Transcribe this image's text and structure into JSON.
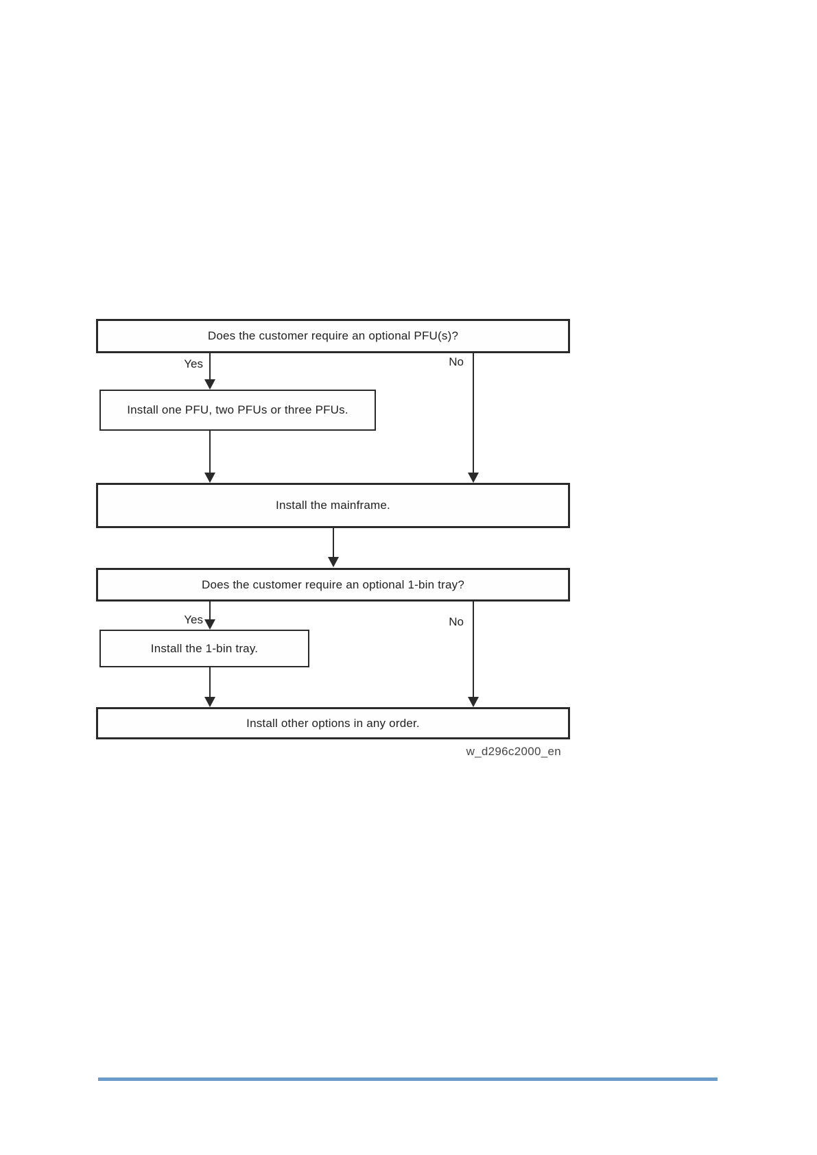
{
  "flowchart": {
    "type": "flowchart",
    "question1": "Does the customer require an optional PFU(s)?",
    "yes1": "Yes",
    "no1": "No",
    "step_pfu": "Install one PFU, two PFUs or three PFUs.",
    "step_mainframe": "Install the mainframe.",
    "question2": "Does the customer require an optional 1-bin tray?",
    "yes2": "Yes",
    "no2": "No",
    "step_bintray": "Install the 1-bin tray.",
    "step_other": "Install other options in any order.",
    "edges": [
      {
        "from": "question1",
        "label": "Yes",
        "to": "step_pfu"
      },
      {
        "from": "question1",
        "label": "No",
        "to": "step_mainframe"
      },
      {
        "from": "step_pfu",
        "label": "",
        "to": "step_mainframe"
      },
      {
        "from": "step_mainframe",
        "label": "",
        "to": "question2"
      },
      {
        "from": "question2",
        "label": "Yes",
        "to": "step_bintray"
      },
      {
        "from": "question2",
        "label": "No",
        "to": "step_other"
      },
      {
        "from": "step_bintray",
        "label": "",
        "to": "step_other"
      }
    ]
  },
  "figure": {
    "caption": "w_d296c2000_en"
  },
  "colors": {
    "line": "#2a2a2a",
    "divider_blue": "#6a9bcb",
    "page_background": "#ffffff"
  }
}
